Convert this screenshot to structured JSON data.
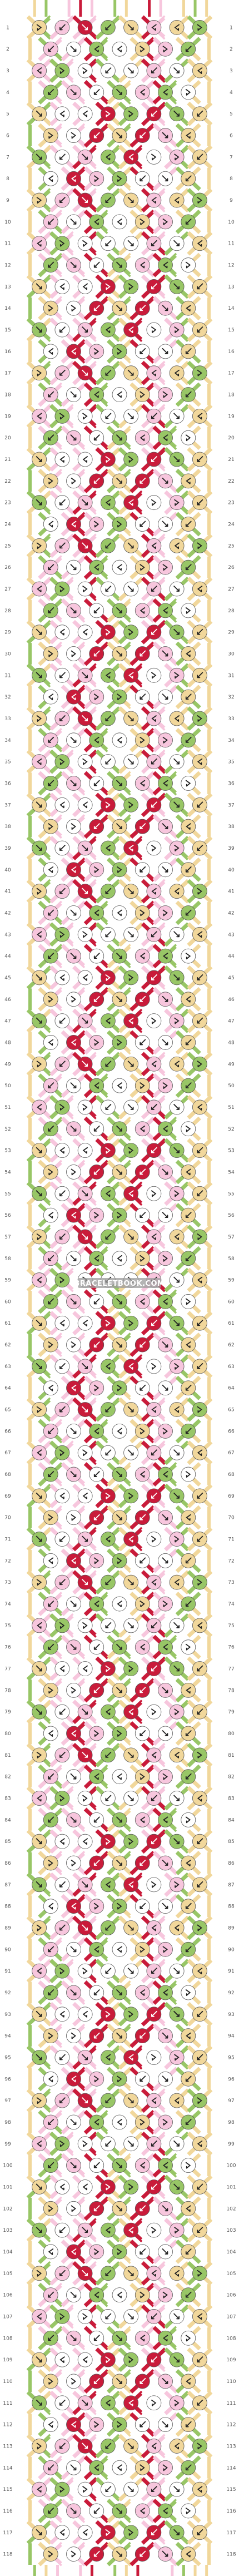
{
  "pattern": {
    "rows": 118,
    "strings": 16,
    "colors": {
      "A": "#f1d79b",
      "B": "#98c666",
      "C": "#ffffff",
      "D": "#f7c6dd",
      "E": "#c91b3a",
      "F": "#2a7c39"
    },
    "string_order": [
      "A",
      "B",
      "C",
      "D",
      "E",
      "D",
      "C",
      "B",
      "A",
      "C",
      "E",
      "D",
      "C",
      "A",
      "B",
      "A"
    ],
    "row_labels_left": [
      "1",
      "2",
      "3",
      "4",
      "5",
      "6",
      "7",
      "8",
      "9",
      "10",
      "11",
      "12",
      "13",
      "14",
      "15",
      "16",
      "17",
      "18",
      "19",
      "20",
      "21",
      "22",
      "23",
      "24",
      "25",
      "26",
      "27",
      "28",
      "29",
      "30",
      "31",
      "32",
      "33",
      "34",
      "35",
      "36",
      "37",
      "38",
      "39",
      "40",
      "41",
      "42",
      "43",
      "44",
      "45",
      "46",
      "47",
      "48",
      "49",
      "50",
      "51",
      "52",
      "53",
      "54",
      "55",
      "56",
      "57",
      "58",
      "59",
      "60",
      "61",
      "62",
      "63",
      "64",
      "65",
      "66",
      "67",
      "68",
      "69",
      "70",
      "71",
      "72",
      "73",
      "74",
      "75",
      "76",
      "77",
      "78",
      "79",
      "80",
      "81",
      "82",
      "83",
      "84",
      "85",
      "86",
      "87",
      "88",
      "89",
      "90",
      "91",
      "92",
      "93",
      "94",
      "95",
      "96",
      "97",
      "98",
      "99",
      "100",
      "101",
      "102",
      "103",
      "104",
      "105",
      "106",
      "107",
      "108",
      "109",
      "110",
      "111",
      "112",
      "113",
      "114",
      "115",
      "116",
      "117",
      "118"
    ],
    "row_labels_right": [
      "1",
      "2",
      "3",
      "4",
      "5",
      "6",
      "7",
      "8",
      "9",
      "10",
      "11",
      "12",
      "13",
      "14",
      "15",
      "16",
      "17",
      "18",
      "19",
      "20",
      "21",
      "22",
      "23",
      "24",
      "25",
      "26",
      "27",
      "28",
      "29",
      "30",
      "31",
      "32",
      "33",
      "34",
      "35",
      "36",
      "37",
      "38",
      "39",
      "40",
      "41",
      "42",
      "43",
      "44",
      "45",
      "46",
      "47",
      "48",
      "49",
      "50",
      "51",
      "52",
      "53",
      "54",
      "55",
      "56",
      "57",
      "58",
      "59",
      "60",
      "61",
      "62",
      "63",
      "64",
      "65",
      "66",
      "67",
      "68",
      "69",
      "70",
      "71",
      "72",
      "73",
      "74",
      "75",
      "76",
      "77",
      "78",
      "79",
      "80",
      "81",
      "82",
      "83",
      "84",
      "85",
      "86",
      "87",
      "88",
      "89",
      "90",
      "91",
      "92",
      "93",
      "94",
      "95",
      "96",
      "97",
      "98",
      "99",
      "100",
      "101",
      "102",
      "103",
      "104",
      "105",
      "106",
      "107",
      "108",
      "109",
      "110",
      "111",
      "112",
      "113",
      "114",
      "115",
      "116",
      "117",
      "118"
    ],
    "watermark": "BRACELETBOOK.COM",
    "knot_icons": [
      "arrow-down-right-icon",
      "arrow-down-left-icon",
      "forward-backward-icon",
      "backward-forward-icon"
    ]
  }
}
